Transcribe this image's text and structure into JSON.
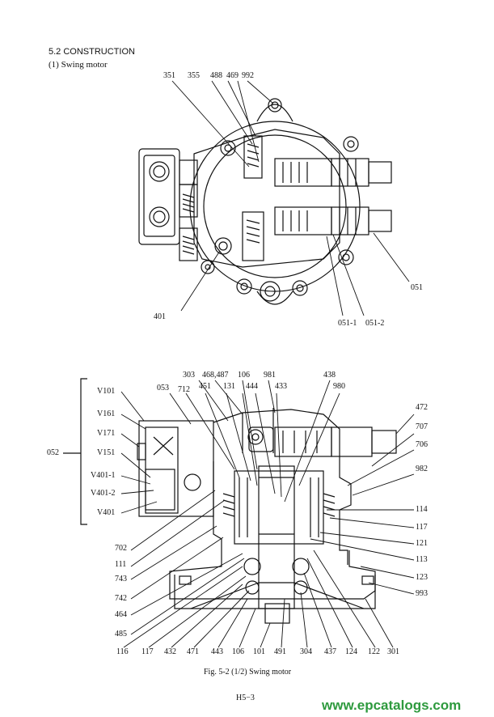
{
  "section": {
    "title": "5.2  CONSTRUCTION",
    "subtitle": "(1)  Swing motor"
  },
  "top_figure": {
    "callouts": [
      "351",
      "355",
      "488",
      "469",
      "992",
      "401",
      "051",
      "051-1",
      "051-2"
    ]
  },
  "bottom_figure": {
    "left_group_label": "052",
    "left_labels": [
      "V101",
      "V161",
      "V171",
      "V151",
      "V401-1",
      "V401-2",
      "V401"
    ],
    "top_labels": [
      "303",
      "468,487",
      "106",
      "981",
      "438",
      "053",
      "712",
      "451",
      "131",
      "444",
      "433",
      "980"
    ],
    "right_labels": [
      "472",
      "707",
      "706",
      "982",
      "114",
      "117",
      "121",
      "113",
      "123",
      "993"
    ],
    "left_side_labels": [
      "702",
      "111",
      "743",
      "742",
      "464",
      "485"
    ],
    "bottom_labels": [
      "116",
      "117",
      "432",
      "471",
      "443",
      "106",
      "101",
      "491",
      "304",
      "437",
      "124",
      "122",
      "301"
    ]
  },
  "caption": "Fig. 5-2 (1/2)    Swing motor",
  "page_number": "H5−3",
  "watermark": "www.epcatalogs.com"
}
